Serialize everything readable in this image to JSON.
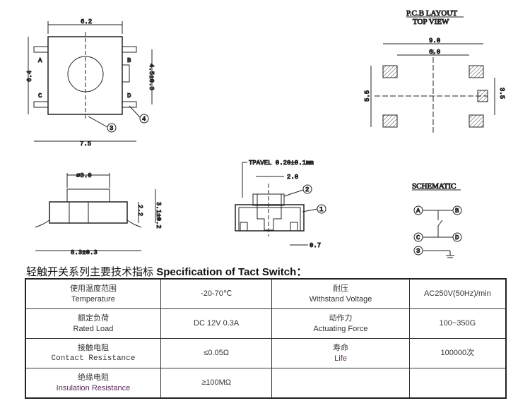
{
  "top_view": {
    "width": "6.2",
    "height": "6.4",
    "pin_pitch": "4.5±0.3",
    "overall": "7.5",
    "pins": [
      "A",
      "B",
      "C",
      "D"
    ],
    "callouts": [
      "3",
      "4"
    ]
  },
  "pcb_layout": {
    "title": "P.C.B LAYOUT",
    "subtitle": "TOP VIEW",
    "outer": "9.0",
    "inner": "6.0",
    "height": "5.5",
    "pad_span": "3.5"
  },
  "side_view": {
    "diameter": "⌀3.0",
    "body_h": "2.2",
    "total_h": "3.1±0.2",
    "length": "8.3±0.3"
  },
  "section_view": {
    "travel": "TPAVEL 0.20±0.1mm",
    "stem": "2.0",
    "pin": "0.7",
    "callouts": [
      "1",
      "2"
    ]
  },
  "schematic": {
    "title": "SCHEMATIC",
    "nodes": [
      "A",
      "B",
      "C",
      "D",
      "3"
    ]
  },
  "spec": {
    "title_cn": "轻触开关系列主要技术指标",
    "title_en": "Specification of Tact Switch：",
    "rows": [
      [
        {
          "cn": "使用温度范围",
          "en": "Temperature"
        },
        {
          "v": "-20-70℃"
        },
        {
          "cn": "耐压",
          "en": "Withstand Voltage"
        },
        {
          "v": "AC250V(50Hz)/min"
        }
      ],
      [
        {
          "cn": "额定负荷",
          "en": "Rated Load"
        },
        {
          "v": "DC 12V 0.3A"
        },
        {
          "cn": "动作力",
          "en": "Actuating Force"
        },
        {
          "v": "100~350G"
        }
      ],
      [
        {
          "cn": "接触电阻",
          "en": "Contact Resistance"
        },
        {
          "v": "≤0.05Ω"
        },
        {
          "cn": "寿命",
          "en": "Life"
        },
        {
          "v": "100000次"
        }
      ],
      [
        {
          "cn": "绝缘电阻",
          "en": "Insulation Resistance"
        },
        {
          "v": "≥100MΩ"
        },
        {
          "cn": "",
          "en": ""
        },
        {
          "v": ""
        }
      ]
    ]
  }
}
